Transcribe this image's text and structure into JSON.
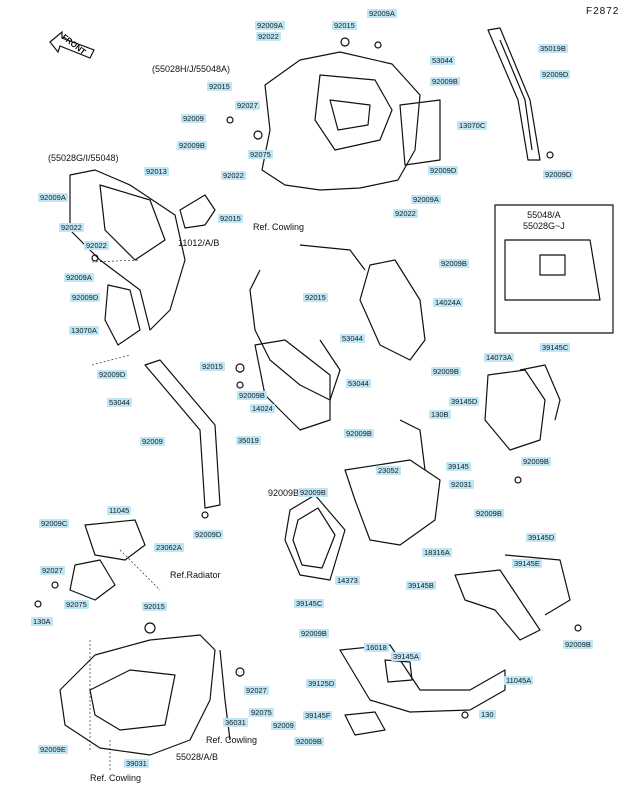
{
  "figure_code": "F2872",
  "front_label": "FRONT",
  "assembly_notes": [
    "(55028H/J/55048A)",
    "(55028G/I/55048)",
    "11012/A/B",
    "Ref. Cowling",
    "55048/A\n55028G~J",
    "92009B",
    "Ref.Radiator",
    "Ref. Cowling",
    "55028/A/B",
    "Ref. Cowling"
  ],
  "part_labels": [
    "92009A",
    "92022",
    "92015",
    "92009A",
    "53044",
    "35019B",
    "92015",
    "92027",
    "53044",
    "92009B",
    "92009D",
    "92009",
    "92075",
    "13070C",
    "92009B",
    "92009D",
    "92013",
    "92022",
    "92009D",
    "92009A",
    "92022",
    "92015",
    "92009A",
    "92022",
    "92022",
    "92009B",
    "92009A",
    "92009D",
    "92015",
    "14024A",
    "13070A",
    "53044",
    "92009B",
    "92009D",
    "92015",
    "92009B",
    "53044",
    "14073A",
    "39145C",
    "53044",
    "14024",
    "39145D",
    "130B",
    "92009",
    "35019",
    "92009B",
    "23052",
    "39145",
    "92009B",
    "92031",
    "11045",
    "92009B",
    "92009C",
    "92009D",
    "23062A",
    "92009B",
    "39145D",
    "18316A",
    "92027",
    "92075",
    "14373",
    "39145E",
    "130A",
    "92015",
    "39145C",
    "39145B",
    "92009B",
    "92009B",
    "16018",
    "39145A",
    "92027",
    "39125D",
    "11045A",
    "92075",
    "92009",
    "39145F",
    "130",
    "92009E",
    "36031",
    "92009B",
    "39031"
  ]
}
